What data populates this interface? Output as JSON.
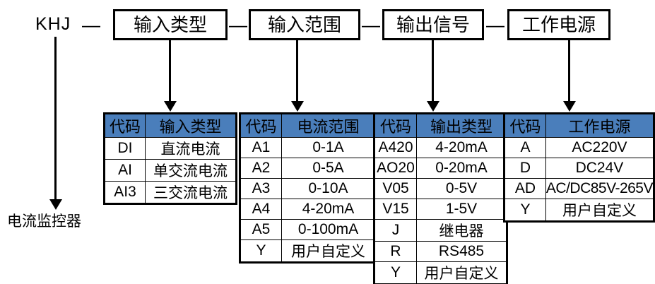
{
  "model": {
    "prefix": "KHJ",
    "separator": "—",
    "segments": [
      {
        "label": "输入类型"
      },
      {
        "label": "输入范围"
      },
      {
        "label": "输出信号"
      },
      {
        "label": "工作电源"
      }
    ]
  },
  "caption": "电流监控器",
  "tables": [
    {
      "name": "input-type",
      "headers": [
        "代码",
        "输入类型"
      ],
      "rows": [
        [
          "DI",
          "直流电流"
        ],
        [
          "AI",
          "单交流电流"
        ],
        [
          "AI3",
          "三交流电流"
        ]
      ]
    },
    {
      "name": "current-range",
      "headers": [
        "代码",
        "电流范围"
      ],
      "rows": [
        [
          "A1",
          "0-1A"
        ],
        [
          "A2",
          "0-5A"
        ],
        [
          "A3",
          "0-10A"
        ],
        [
          "A4",
          "4-20mA"
        ],
        [
          "A5",
          "0-100mA"
        ],
        [
          "Y",
          "用户自定义"
        ]
      ]
    },
    {
      "name": "output-type",
      "headers": [
        "代码",
        "输出类型"
      ],
      "rows": [
        [
          "A420",
          "4-20mA"
        ],
        [
          "AO20",
          "0-20mA"
        ],
        [
          "V05",
          "0-5V"
        ],
        [
          "V15",
          "1-5V"
        ],
        [
          "J",
          "继电器"
        ],
        [
          "R",
          "RS485"
        ],
        [
          "Y",
          "用户自定义"
        ]
      ]
    },
    {
      "name": "power-supply",
      "headers": [
        "代码",
        "工作电源"
      ],
      "rows": [
        [
          "A",
          "AC220V"
        ],
        [
          "D",
          "DC24V"
        ],
        [
          "AD",
          "AC/DC85V-265V"
        ],
        [
          "Y",
          "用户自定义"
        ]
      ]
    }
  ],
  "colors": {
    "header_blue": "#4a7ebb",
    "line": "#000000",
    "background": "#ffffff"
  }
}
